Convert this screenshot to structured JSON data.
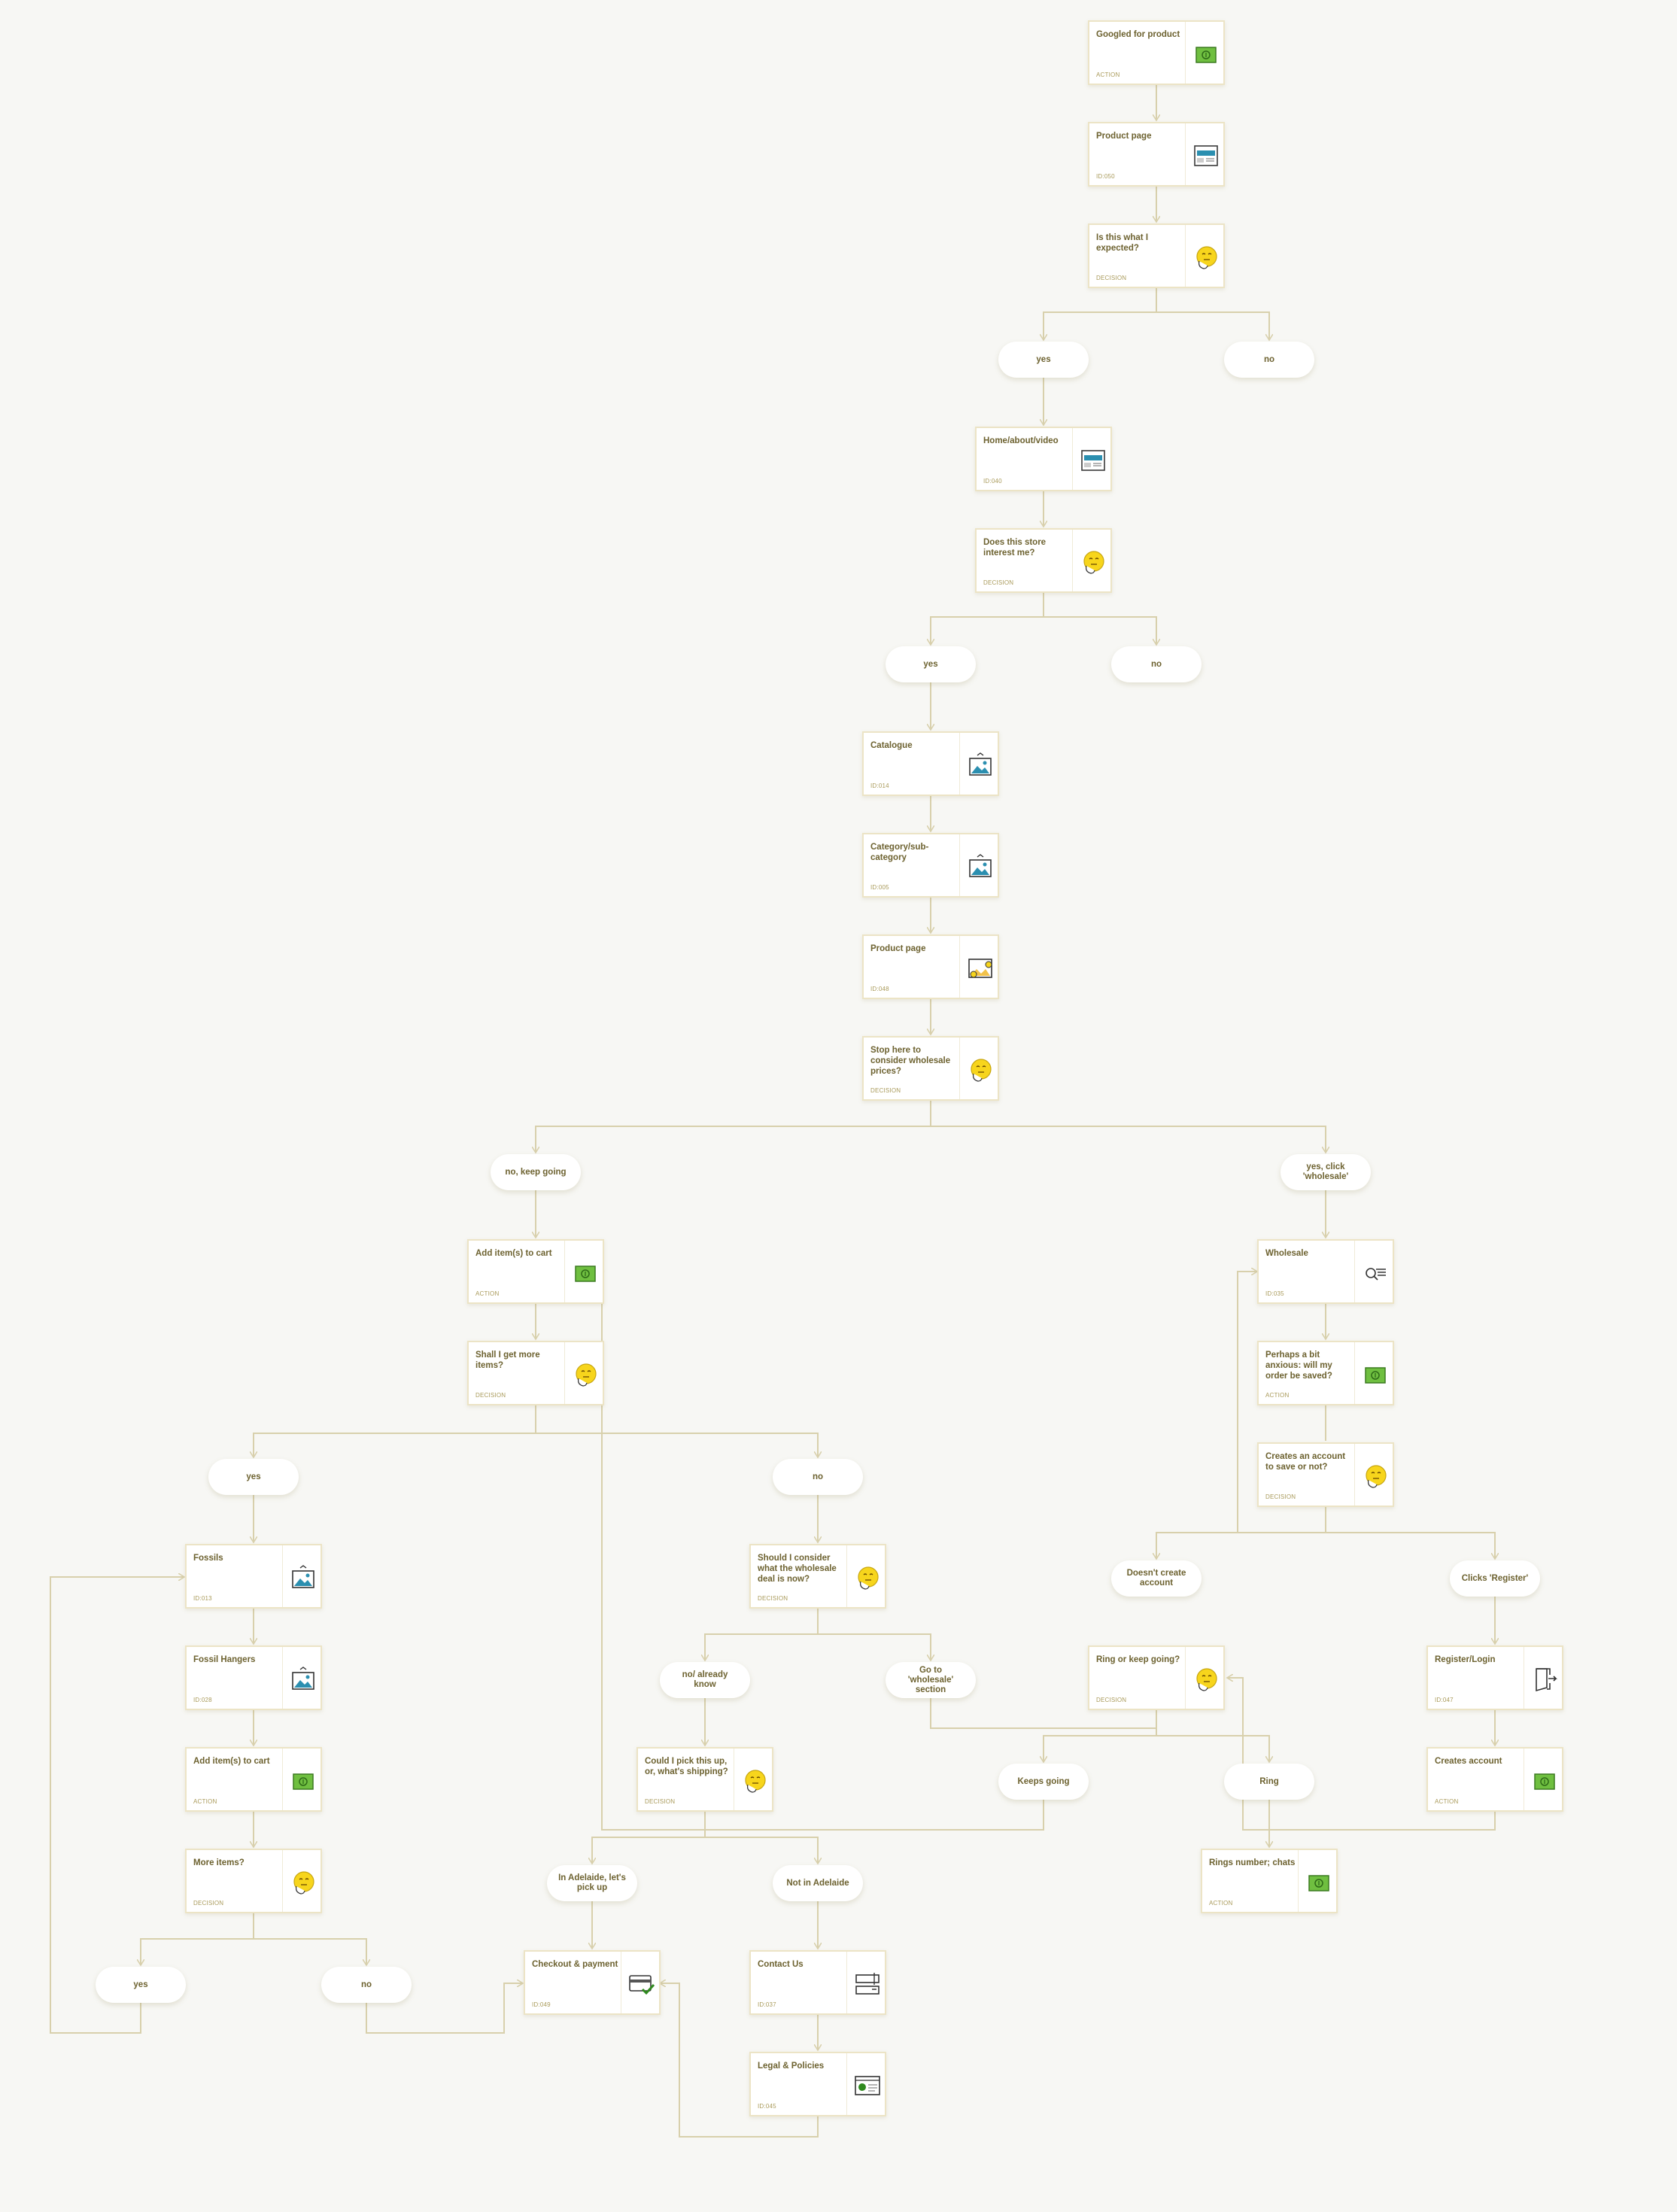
{
  "cards": [
    {
      "title": "Googled for product",
      "tag": "ACTION",
      "icon": "money-icon"
    },
    {
      "title": "Product page",
      "tag": "ID:050",
      "icon": "webpage-icon"
    },
    {
      "title": "Is this what I expected?",
      "tag": "DECISION",
      "icon": "thinking-face-icon"
    },
    {
      "title": "Home/about/video",
      "tag": "ID:040",
      "icon": "webpage-icon"
    },
    {
      "title": "Does this store interest me?",
      "tag": "DECISION",
      "icon": "thinking-face-icon"
    },
    {
      "title": "Catalogue",
      "tag": "ID:014",
      "icon": "image-icon"
    },
    {
      "title": "Category/sub-category",
      "tag": "ID:005",
      "icon": "image-icon"
    },
    {
      "title": "Product page",
      "tag": "ID:048",
      "icon": "product-image-icon"
    },
    {
      "title": "Stop here to consider wholesale prices?",
      "tag": "DECISION",
      "icon": "thinking-face-icon"
    },
    {
      "title": "Add item(s) to cart",
      "tag": "ACTION",
      "icon": "money-icon"
    },
    {
      "title": "Shall I get more items?",
      "tag": "DECISION",
      "icon": "thinking-face-icon"
    },
    {
      "title": "Wholesale",
      "tag": "ID:035",
      "icon": "search-list-icon"
    },
    {
      "title": "Perhaps a bit anxious: will my order be saved?",
      "tag": "ACTION",
      "icon": "money-icon"
    },
    {
      "title": "Creates an account to save or not?",
      "tag": "DECISION",
      "icon": "thinking-face-icon"
    },
    {
      "title": "Fossils",
      "tag": "ID:013",
      "icon": "image-icon"
    },
    {
      "title": "Fossil Hangers",
      "tag": "ID:028",
      "icon": "image-icon"
    },
    {
      "title": "Add item(s) to cart",
      "tag": "ACTION",
      "icon": "money-icon"
    },
    {
      "title": "More items?",
      "tag": "DECISION",
      "icon": "thinking-face-icon"
    },
    {
      "title": "Should I consider what the wholesale deal is now?",
      "tag": "DECISION",
      "icon": "thinking-face-icon"
    },
    {
      "title": "Could I pick this up, or, what's shipping?",
      "tag": "DECISION",
      "icon": "thinking-face-icon"
    },
    {
      "title": "Ring or keep going?",
      "tag": "DECISION",
      "icon": "thinking-face-icon"
    },
    {
      "title": "Register/Login",
      "tag": "ID:047",
      "icon": "login-door-icon"
    },
    {
      "title": "Creates account",
      "tag": "ACTION",
      "icon": "money-icon"
    },
    {
      "title": "Rings number; chats",
      "tag": "ACTION",
      "icon": "money-icon"
    },
    {
      "title": "Checkout & payment",
      "tag": "ID:049",
      "icon": "card-check-icon"
    },
    {
      "title": "Contact Us",
      "tag": "ID:037",
      "icon": "contact-form-icon"
    },
    {
      "title": "Legal & Policies",
      "tag": "ID:045",
      "icon": "certificate-icon"
    }
  ],
  "pills": [
    "yes",
    "no",
    "yes",
    "no",
    "no, keep going",
    "yes, click 'wholesale'",
    "yes",
    "no",
    "Doesn't create account",
    "Clicks 'Register'",
    "no/ already know",
    "Go to 'wholesale' section",
    "Keeps going",
    "Ring",
    "In Adelaide, let's pick up",
    "Not in Adelaide",
    "yes",
    "no"
  ],
  "colors": {
    "line": "#d8d0ac",
    "card_border": "#ece4c6",
    "text": "#6d6230",
    "tag": "#a99a5a",
    "background": "#f7f7f4"
  }
}
